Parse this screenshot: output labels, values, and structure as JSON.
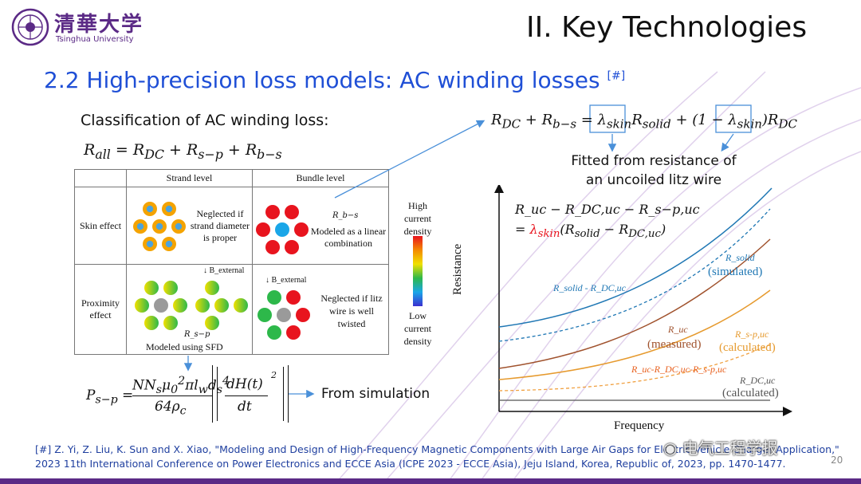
{
  "header": {
    "logo_cn": "清華大学",
    "logo_en": "Tsinghua University",
    "title": "II. Key Technologies"
  },
  "subtitle": {
    "text": "2.2 High-precision loss models: AC winding losses",
    "ref": "[#]"
  },
  "left": {
    "classification_label": "Classification of AC winding loss:",
    "eq_rall": "R_all = R_DC + R_s−p + R_b−s",
    "table": {
      "col_strand": "Strand level",
      "col_bundle": "Bundle level",
      "row_skin": "Skin effect",
      "row_prox": "Proximity effect",
      "skin_strand_note": "Neglected if strand diameter is proper",
      "skin_bundle_sym": "R_b−s",
      "skin_bundle_note": "Modeled as a linear combination",
      "prox_bext": "↓ B_external",
      "prox_strand_sym": "R_s−p",
      "prox_strand_note": "Modeled using SFD",
      "prox_bundle_note": "Neglected if litz wire is well twisted"
    },
    "colorbar": {
      "high": "High current density",
      "low": "Low current density"
    },
    "eq_psp": "P_s−p = N N_s μ0² π l_w d_s⁴ / (64 ρ_c) · ⟨(dH(t)/dt)²⟩",
    "from_sim": "From simulation"
  },
  "right": {
    "eq_top": "R_DC + R_b−s = λ_skin R_solid + (1 − λ_skin) R_DC",
    "fitted_note": "Fitted from resistance of an uncoiled litz wire",
    "eq_uc_1": "R_uc − R_DC,uc − R_s−p,uc",
    "eq_uc_2": "= λ_skin (R_solid − R_DC,uc)",
    "graph": {
      "ylabel": "Resistance",
      "xlabel": "Frequency",
      "labels": {
        "rsolid": "R_solid",
        "rsolid_sim": "(simulated)",
        "rsolid_minus": "R_solid - R_DC,uc",
        "ruc": "R_uc",
        "ruc_meas": "(measured)",
        "rspuc": "R_s-p,uc",
        "rspuc_calc": "(calculated)",
        "diff": "R_uc-R_DC,uc-R_s-p,uc",
        "rdcuc": "R_DC,uc",
        "rdcuc_calc": "(calculated)"
      },
      "colors": {
        "blue": "#1f77b4",
        "brown": "#a0522d",
        "orange": "#e69a2e",
        "orange_light": "#f0a040",
        "gray": "#555555"
      }
    }
  },
  "footer": {
    "ref_line1": "[#] Z. Yi, Z. Liu, K. Sun and X. Xiao, \"Modeling and Design of High-Frequency Magnetic Components with Large Air Gaps for Electric Vehicle Charger Application,\"",
    "ref_line2": "2023 11th International Conference on Power Electronics and ECCE Asia (ICPE 2023 - ECCE Asia), Jeju Island, Korea, Republic of, 2023, pp. 1470-1477.",
    "page_num": "20",
    "watermark": "电气工程学报"
  }
}
